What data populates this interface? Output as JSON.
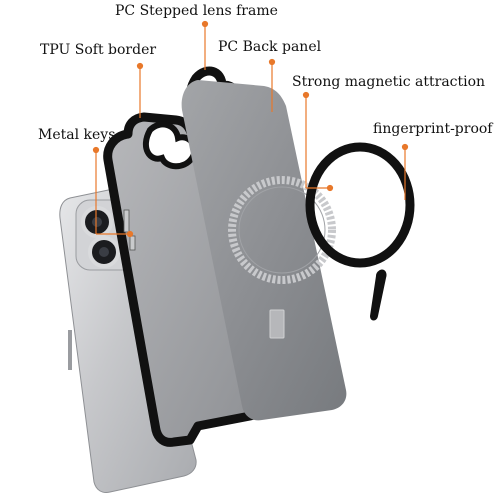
{
  "labels": {
    "lens_frame": "PC Stepped lens frame",
    "tpu_border": "TPU Soft border",
    "back_panel": "PC Back panel",
    "magnetic": "Strong magnetic attraction",
    "metal_keys": "Metal keys",
    "fingerprint": "fingerprint-proof"
  },
  "colors": {
    "callout": "#e8782a",
    "phone_body": "#c9cacc",
    "frame": "#111111",
    "back_panel": "#8f9194",
    "magnet_ring": "#d8d9db",
    "background": "#ffffff"
  }
}
